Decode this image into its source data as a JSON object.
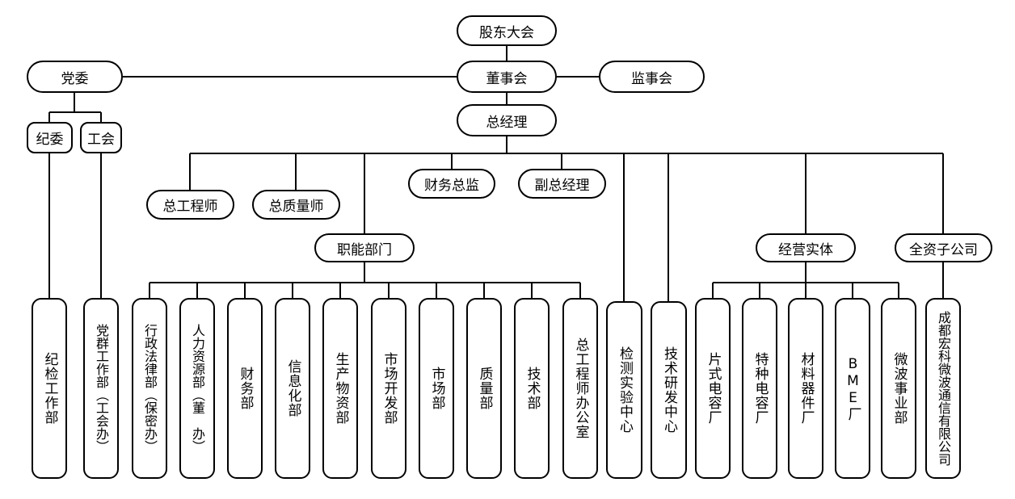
{
  "top": {
    "shareholders": "股东大会",
    "board": "董事会",
    "supervisors": "监事会",
    "party": "党委",
    "gm": "总经理"
  },
  "party_branch": {
    "discipline": "纪委",
    "union": "工会",
    "discipline_dept": "纪检工作部",
    "union_dept": "党群工作部（工会办）"
  },
  "executives": {
    "chief_engineer": "总工程师",
    "chief_quality": "总质量师",
    "finance_director": "财务总监",
    "deputy_gm": "副总经理"
  },
  "groups": {
    "functional": "职能部门",
    "business": "经营实体",
    "subsidiary": "全资子公司"
  },
  "functional_depts": [
    "行政法律部（保密办）",
    "人力资源部（董　办）",
    "财务部",
    "信息化部",
    "生产物资部",
    "市场开发部",
    "市场部",
    "质量部",
    "技术部",
    "总工程师办公室"
  ],
  "centers": {
    "testing": "检测实验中心",
    "rnd": "技术研发中心"
  },
  "business_units": [
    "片式电容厂",
    "特种电容厂",
    "材料器件厂",
    "BME厂",
    "微波事业部"
  ],
  "subsidiary_company": "成都宏科微波通信有限公司"
}
